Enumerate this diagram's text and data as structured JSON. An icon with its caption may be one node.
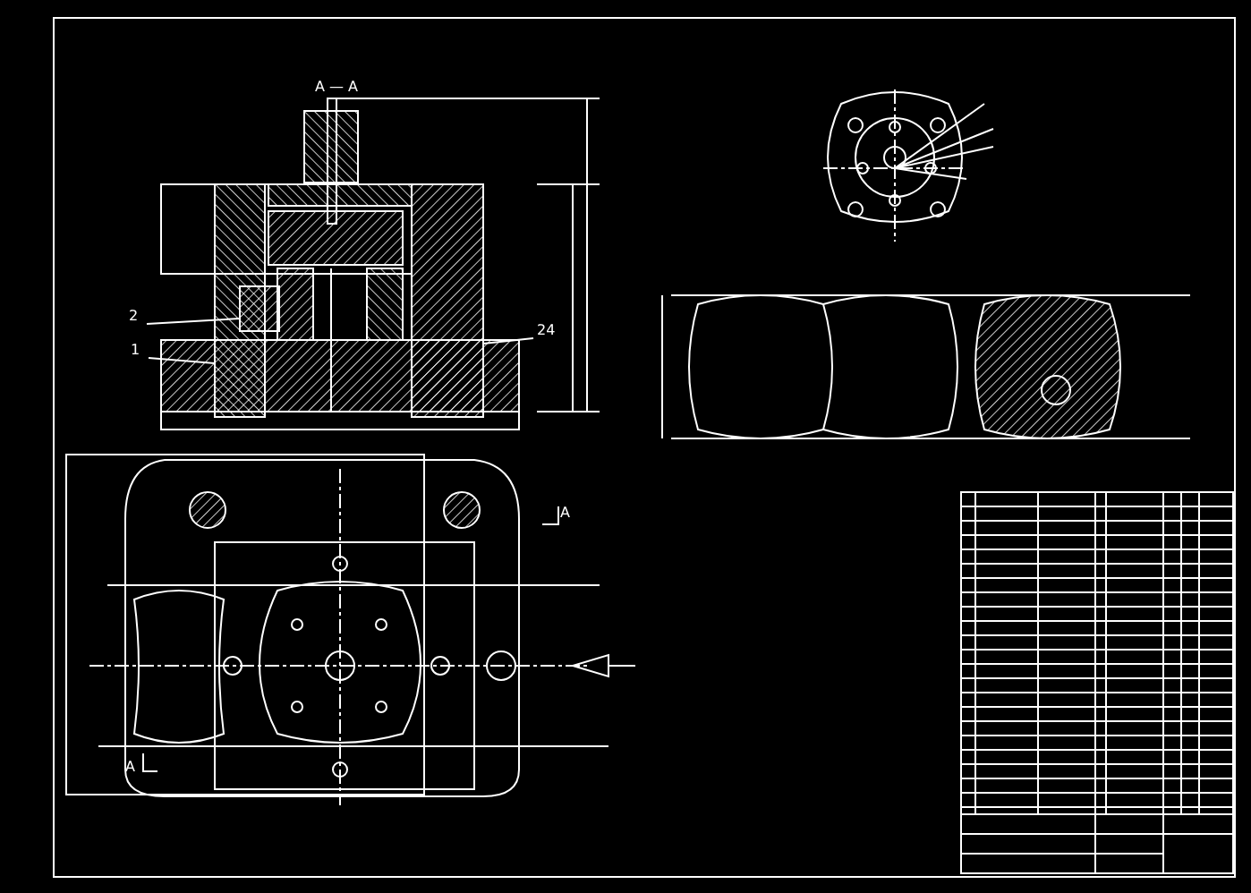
{
  "diagram": {
    "nodes": [
      {
        "text": [
          "2"
        ]
      },
      {
        "text": [
          "1"
        ]
      },
      {
        "text": [
          "24"
        ]
      },
      {
        "text": [],
        "shape": "box"
      },
      {
        "text": [],
        "shape": "box"
      },
      {
        "text": [],
        "shape": "box"
      }
    ],
    "edges": [
      {
        "from": 0,
        "to": 3,
        "arrow": "none"
      },
      {
        "from": 1,
        "to": 4,
        "arrow": "none"
      },
      {
        "from": 2,
        "to": 5,
        "arrow": "none"
      }
    ],
    "labels": [
      "A — A",
      "A",
      "A"
    ]
  }
}
